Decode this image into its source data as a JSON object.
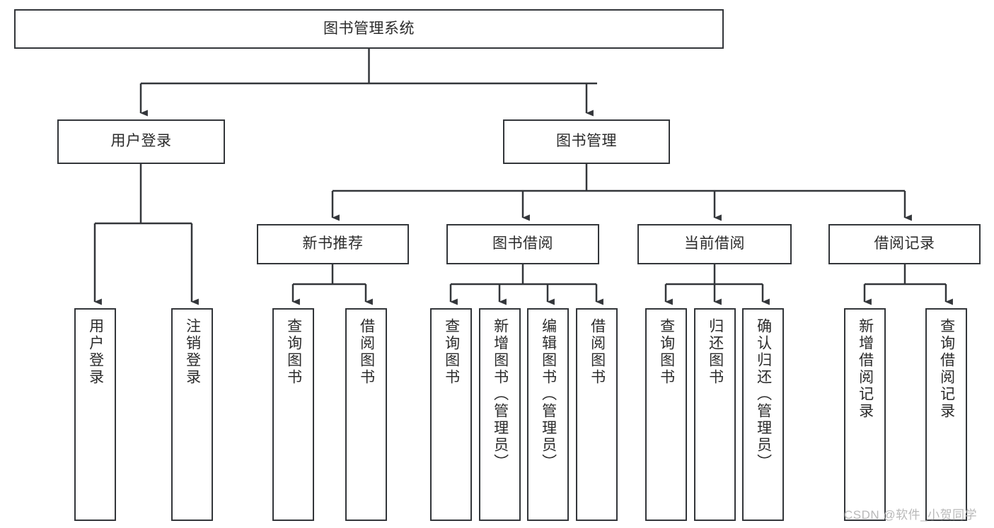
{
  "diagram": {
    "type": "tree-hierarchy",
    "title_node": {
      "label": "图书管理系统"
    },
    "level2": [
      {
        "id": "user-login",
        "label": "用户登录"
      },
      {
        "id": "book-manage",
        "label": "图书管理"
      }
    ],
    "level3": [
      {
        "id": "new-book-rec",
        "label": "新书推荐",
        "parent": "book-manage"
      },
      {
        "id": "book-borrow",
        "label": "图书借阅",
        "parent": "book-manage"
      },
      {
        "id": "current-borrow",
        "label": "当前借阅",
        "parent": "book-manage"
      },
      {
        "id": "borrow-record",
        "label": "借阅记录",
        "parent": "book-manage"
      }
    ],
    "leaves": [
      {
        "id": "leaf-user-login",
        "label": "用户登录",
        "parent": "user-login"
      },
      {
        "id": "leaf-logout",
        "label": "注销登录",
        "parent": "user-login"
      },
      {
        "id": "leaf-query-book-1",
        "label": "查询图书",
        "parent": "new-book-rec"
      },
      {
        "id": "leaf-borrow-book-1",
        "label": "借阅图书",
        "parent": "new-book-rec"
      },
      {
        "id": "leaf-query-book-2",
        "label": "查询图书",
        "parent": "book-borrow"
      },
      {
        "id": "leaf-add-book",
        "label": "新增图书（管理员）",
        "parent": "book-borrow"
      },
      {
        "id": "leaf-edit-book",
        "label": "编辑图书（管理员）",
        "parent": "book-borrow"
      },
      {
        "id": "leaf-borrow-book-2",
        "label": "借阅图书",
        "parent": "book-borrow"
      },
      {
        "id": "leaf-query-book-3",
        "label": "查询图书",
        "parent": "current-borrow"
      },
      {
        "id": "leaf-return-book",
        "label": "归还图书",
        "parent": "current-borrow"
      },
      {
        "id": "leaf-confirm-return",
        "label": "确认归还（管理员）",
        "parent": "current-borrow"
      },
      {
        "id": "leaf-add-record",
        "label": "新增借阅记录",
        "parent": "borrow-record"
      },
      {
        "id": "leaf-query-record",
        "label": "查询借阅记录",
        "parent": "borrow-record"
      }
    ],
    "colors": {
      "stroke": "#33363a",
      "text": "#2b2b2b",
      "background": "#ffffff",
      "watermark": "#b9b9b9"
    }
  },
  "watermark": {
    "text": "CSDN @软件_小贺同学"
  }
}
